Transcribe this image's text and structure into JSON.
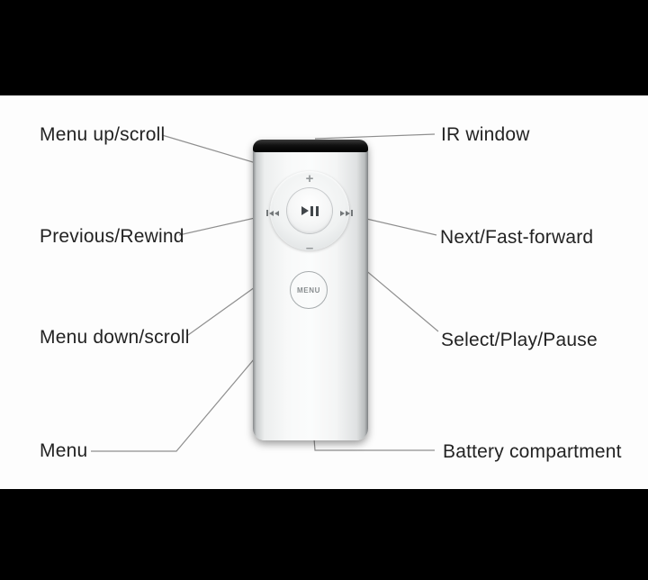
{
  "scene": {
    "type": "hardware-diagram",
    "subject": "Apple Remote callout diagram",
    "letterbox_color": "#000000",
    "canvas_color": "#fdfdfd",
    "label_color": "#232323",
    "leader_line_color": "#8f8f8f"
  },
  "callouts": {
    "menu_up": {
      "label": "Menu up/scroll"
    },
    "ir_window": {
      "label": "IR window"
    },
    "previous": {
      "label": "Previous/Rewind"
    },
    "next": {
      "label": "Next/Fast-forward"
    },
    "menu_down": {
      "label": "Menu down/scroll"
    },
    "select": {
      "label": "Select/Play/Pause"
    },
    "menu": {
      "label": "Menu"
    },
    "battery": {
      "label": "Battery compartment"
    }
  },
  "remote": {
    "wheel": {
      "plus_glyph": "+",
      "minus_glyph": "–",
      "prev_icon": "prev-track-icon",
      "next_icon": "next-track-icon",
      "center_icon": "play-pause-icon"
    },
    "menu_button_label": "MENU",
    "ir_band_color": "#111111",
    "body_color": "#f4f5f5"
  }
}
